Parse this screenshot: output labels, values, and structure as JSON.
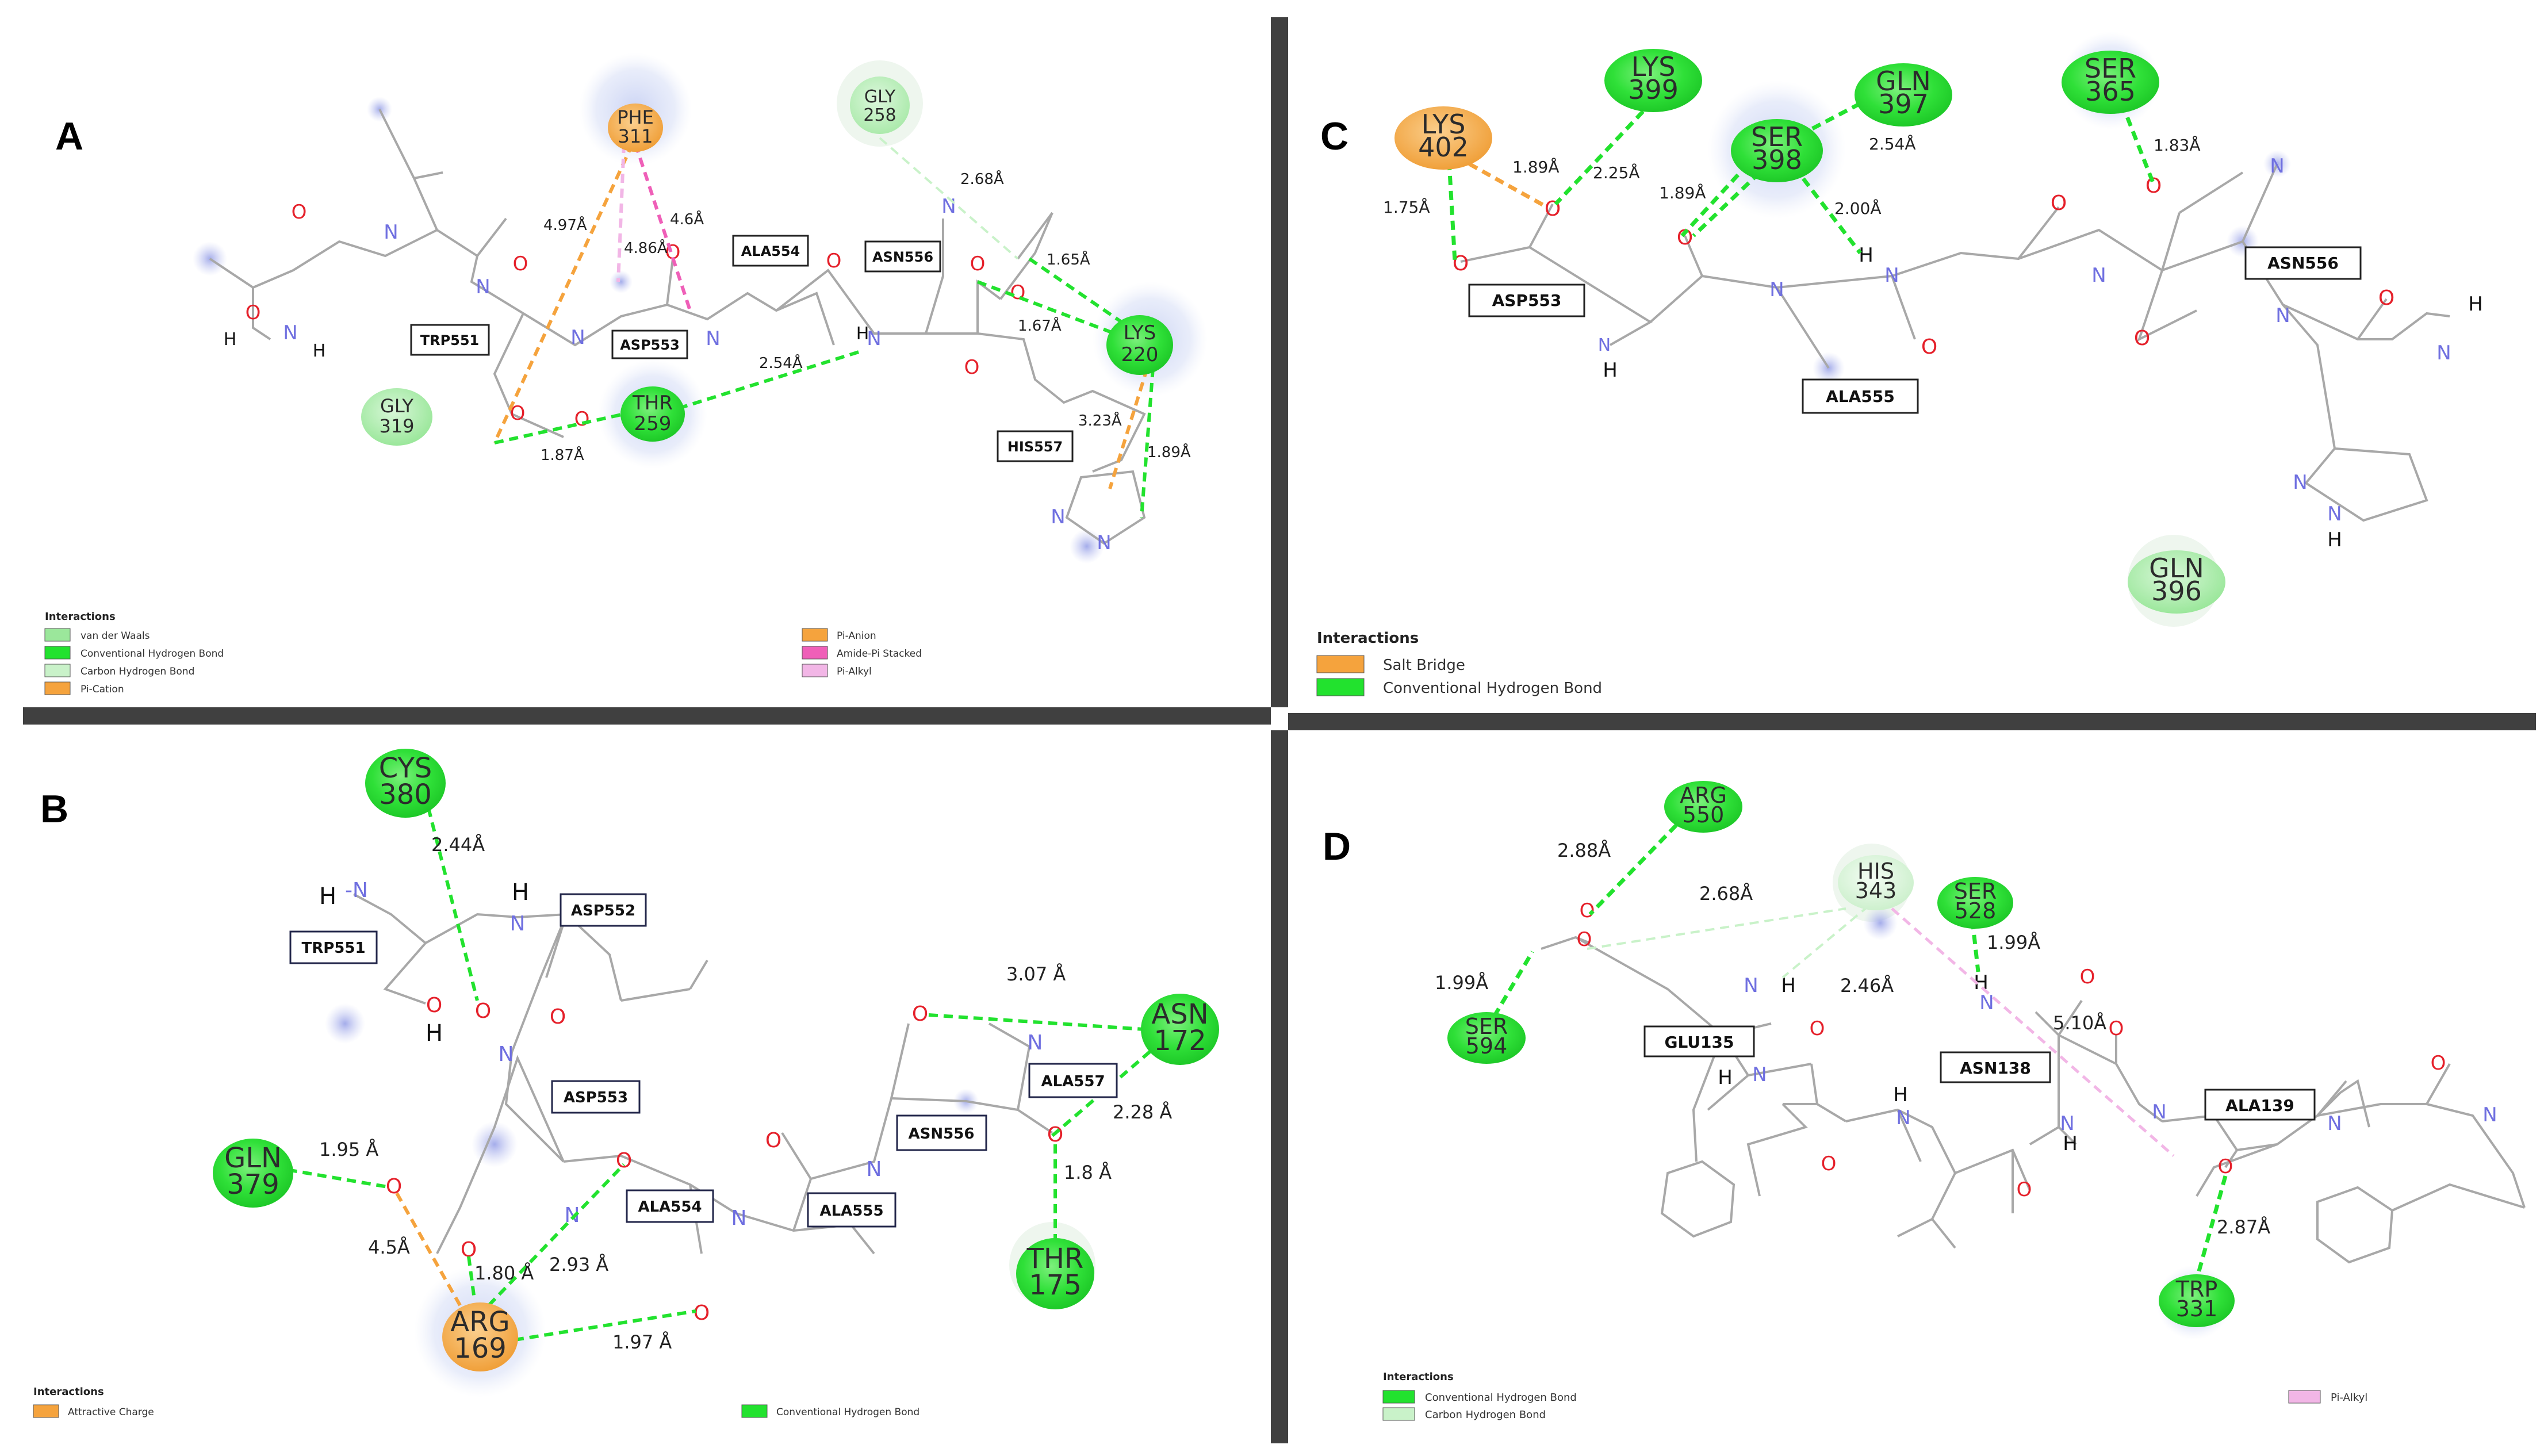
{
  "colors": {
    "conventional_hbond": "#22e22e",
    "carbon_hbond": "#c9f2c9",
    "van_der_waals": "#9be79b",
    "orange": "#f5a33d",
    "pink_stacked": "#ef5fb8",
    "pink_alkyl": "#f2b6e6",
    "bond_gray": "#a8a8a8",
    "oxygen": "#e5202a",
    "nitrogen": "#6f6fe0",
    "divider": "#404040"
  },
  "panels": {
    "A": {
      "letter": "A",
      "residues": [
        {
          "id": "phe311",
          "l1": "PHE",
          "l2": "311",
          "type": "orange"
        },
        {
          "id": "gly258",
          "l1": "GLY",
          "l2": "258",
          "type": "vdw"
        },
        {
          "id": "thr259",
          "l1": "THR",
          "l2": "259",
          "type": "conv"
        },
        {
          "id": "gly319",
          "l1": "GLY",
          "l2": "319",
          "type": "vdw"
        },
        {
          "id": "lys220",
          "l1": "LYS",
          "l2": "220",
          "type": "conv"
        }
      ],
      "boxes": [
        "TRP551",
        "ASP553",
        "ALA554",
        "ASN556",
        "HIS557"
      ],
      "distances": [
        "4.97Å",
        "4.86Å",
        "4.6Å",
        "2.68Å",
        "1.65Å",
        "1.67Å",
        "2.54Å",
        "3.23Å",
        "1.89Å",
        "1.87Å"
      ],
      "legend": {
        "title": "Interactions",
        "items": [
          "van der Waals",
          "Conventional Hydrogen Bond",
          "Carbon Hydrogen Bond",
          "Pi-Cation",
          "Pi-Anion",
          "Amide-Pi Stacked",
          "Pi-Alkyl"
        ]
      }
    },
    "B": {
      "letter": "B",
      "residues": [
        {
          "id": "cys380",
          "l1": "CYS",
          "l2": "380",
          "type": "conv"
        },
        {
          "id": "gln379",
          "l1": "GLN",
          "l2": "379",
          "type": "conv"
        },
        {
          "id": "arg169",
          "l1": "ARG",
          "l2": "169",
          "type": "orange"
        },
        {
          "id": "asn172",
          "l1": "ASN",
          "l2": "172",
          "type": "conv"
        },
        {
          "id": "thr175",
          "l1": "THR",
          "l2": "175",
          "type": "conv"
        }
      ],
      "boxes": [
        "TRP551",
        "ASP552",
        "ASP553",
        "ALA554",
        "ASN556",
        "ALA555",
        "ALA557"
      ],
      "distances": [
        "2.44Å",
        "1.95 Å",
        "4.5Å",
        "1.80 Å",
        "2.93 Å",
        "1.97 Å",
        "3.07 Å",
        "2.28 Å",
        "1.8 Å"
      ],
      "legend": {
        "title": "Interactions",
        "items": [
          "Attractive Charge",
          "Conventional Hydrogen Bond"
        ]
      }
    },
    "C": {
      "letter": "C",
      "residues": [
        {
          "id": "lys402",
          "l1": "LYS",
          "l2": "402",
          "type": "orange"
        },
        {
          "id": "lys399",
          "l1": "LYS",
          "l2": "399",
          "type": "conv"
        },
        {
          "id": "ser398",
          "l1": "SER",
          "l2": "398",
          "type": "conv"
        },
        {
          "id": "gln397",
          "l1": "GLN",
          "l2": "397",
          "type": "conv"
        },
        {
          "id": "ser365",
          "l1": "SER",
          "l2": "365",
          "type": "conv"
        },
        {
          "id": "gln396",
          "l1": "GLN",
          "l2": "396",
          "type": "vdw"
        }
      ],
      "boxes": [
        "ASP553",
        "ALA555",
        "ASN556"
      ],
      "distances": [
        "1.89Å",
        "2.25Å",
        "1.75Å",
        "2.54Å",
        "1.89Å",
        "2.00Å",
        "1.83Å"
      ],
      "legend": {
        "title": "Interactions",
        "items": [
          "Salt Bridge",
          "Conventional Hydrogen Bond"
        ]
      }
    },
    "D": {
      "letter": "D",
      "residues": [
        {
          "id": "arg550",
          "l1": "ARG",
          "l2": "550",
          "type": "conv"
        },
        {
          "id": "his343",
          "l1": "HIS",
          "l2": "343",
          "type": "carbon"
        },
        {
          "id": "ser528",
          "l1": "SER",
          "l2": "528",
          "type": "conv"
        },
        {
          "id": "ser594",
          "l1": "SER",
          "l2": "594",
          "type": "conv"
        },
        {
          "id": "trp331",
          "l1": "TRP",
          "l2": "331",
          "type": "conv"
        }
      ],
      "boxes": [
        "GLU135",
        "ASN138",
        "ALA139"
      ],
      "distances": [
        "2.88Å",
        "2.68Å",
        "1.99Å",
        "1.99Å",
        "2.46Å",
        "5.10Å",
        "2.87Å"
      ],
      "legend": {
        "title": "Interactions",
        "items": [
          "Conventional Hydrogen Bond",
          "Carbon Hydrogen Bond",
          "Pi-Alkyl"
        ]
      }
    }
  }
}
